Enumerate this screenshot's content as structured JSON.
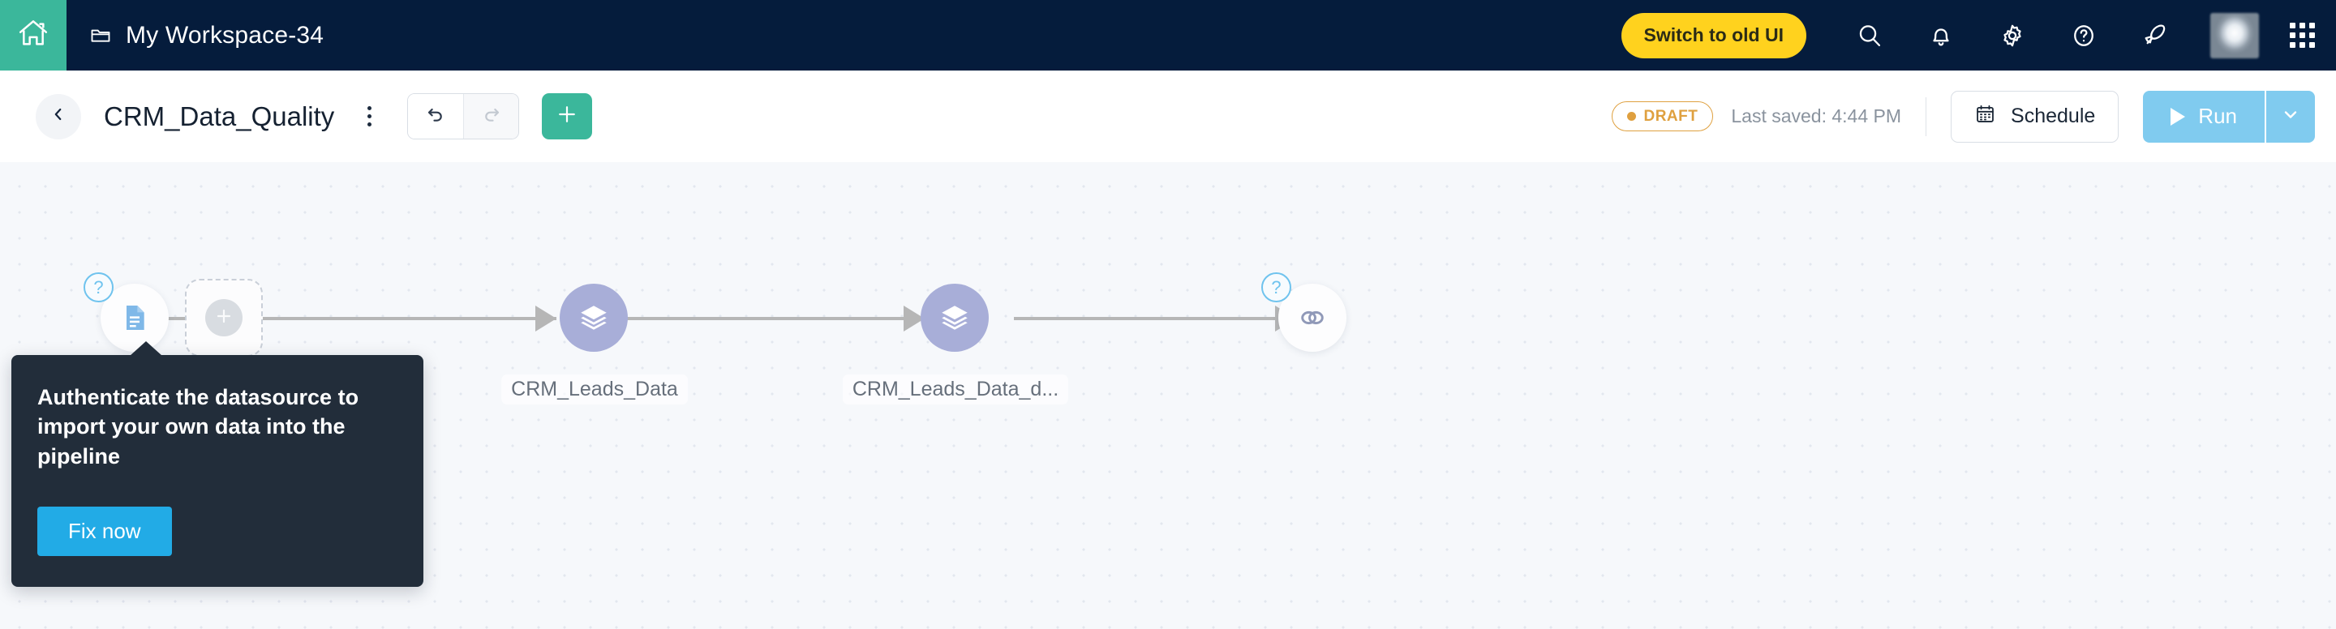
{
  "topbar": {
    "home_icon": "home-icon",
    "folder_icon": "folder-icon",
    "workspace_name": "My Workspace-34",
    "switch_ui_label": "Switch to old UI",
    "icons": [
      {
        "name": "search-icon"
      },
      {
        "name": "bell-icon"
      },
      {
        "name": "gear-icon"
      },
      {
        "name": "help-circle-icon"
      },
      {
        "name": "rocket-icon"
      }
    ],
    "avatar": "user-avatar",
    "apps_icon": "apps-grid-icon",
    "bg_color": "#051C3C",
    "home_tile_color": "#3BB79B",
    "switch_ui_color": "#FFD21E"
  },
  "toolbar": {
    "back_icon": "chevron-left-icon",
    "pipeline_title": "CRM_Data_Quality",
    "kebab_icon": "more-vertical-icon",
    "undo_icon": "undo-icon",
    "redo_icon": "redo-icon",
    "add_icon": "plus-icon",
    "status_badge": "DRAFT",
    "last_saved": "Last saved: 4:44 PM",
    "schedule_label": "Schedule",
    "schedule_icon": "calendar-icon",
    "run_label": "Run",
    "run_caret_icon": "chevron-down-icon",
    "draft_color": "#DFA03F",
    "run_color": "#80CBEF",
    "add_color": "#3BB79B"
  },
  "canvas": {
    "background": "#F6F8FB",
    "dot_color": "#E3E7EF",
    "edge_color": "#B6B6B6",
    "nodes": [
      {
        "id": "datasource",
        "icon": "document-icon",
        "style": "white",
        "badge": "?",
        "label": ""
      },
      {
        "id": "add-node",
        "icon": "plus-icon",
        "style": "dashed-add",
        "label": ""
      },
      {
        "id": "crm-leads-data",
        "icon": "layers-icon",
        "style": "purple",
        "label": "CRM_Leads_Data"
      },
      {
        "id": "crm-leads-data-d",
        "icon": "layers-icon",
        "style": "purple",
        "label": "CRM_Leads_Data_d..."
      },
      {
        "id": "destination",
        "icon": "link-icon",
        "style": "white",
        "badge": "?",
        "label": ""
      }
    ]
  },
  "tooltip": {
    "text": "Authenticate the datasource to import your own data into the pipeline",
    "button_label": "Fix now",
    "bg_color": "#222D3A",
    "button_color": "#22ABE6"
  }
}
